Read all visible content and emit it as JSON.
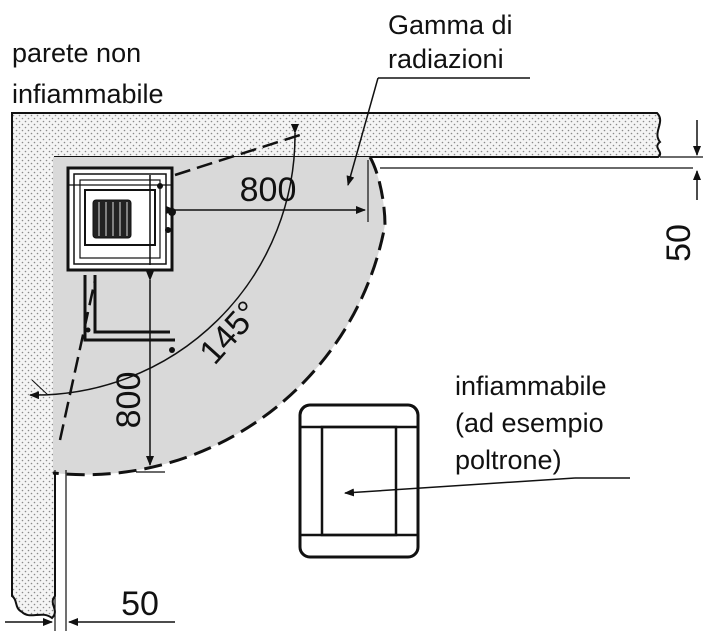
{
  "labels": {
    "non_combustible_wall_line1": "parete non",
    "non_combustible_wall_line2": "infiammabile",
    "radiation_range_line1": "Gamma di",
    "radiation_range_line2": "radiazioni",
    "combustible_line1": "infiammabile",
    "combustible_line2": "(ad esempio",
    "combustible_line3": "poltrone)"
  },
  "dimensions": {
    "horizontal_radiation": "800",
    "vertical_radiation": "800",
    "angle": "145°",
    "wall_distance_right": "50",
    "wall_distance_bottom": "50"
  },
  "colors": {
    "line": "#111111",
    "radiation_zone": "#d9d9d9",
    "wall_fill": "#f4f4f4",
    "wall_dots": "#8a8a8a"
  }
}
